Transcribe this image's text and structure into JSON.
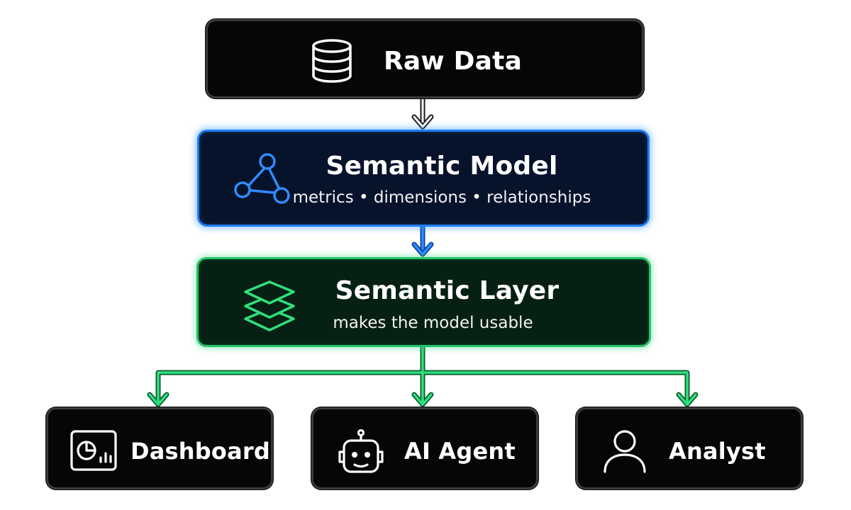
{
  "nodes": {
    "raw_data": {
      "title": "Raw Data",
      "icon": "database-icon"
    },
    "semantic_model": {
      "title": "Semantic Model",
      "subtitle": "metrics • dimensions • relationships",
      "icon": "graph-nodes-icon",
      "accent": "#1f7cf5"
    },
    "semantic_layer": {
      "title": "Semantic Layer",
      "subtitle": "makes the model usable",
      "icon": "layers-icon",
      "accent": "#22c46a"
    },
    "dashboard": {
      "title": "Dashboard",
      "icon": "dashboard-icon"
    },
    "ai_agent": {
      "title": "AI Agent",
      "icon": "robot-icon"
    },
    "analyst": {
      "title": "Analyst",
      "icon": "user-icon"
    }
  },
  "edges": [
    {
      "from": "raw_data",
      "to": "semantic_model"
    },
    {
      "from": "semantic_model",
      "to": "semantic_layer"
    },
    {
      "from": "semantic_layer",
      "to": "dashboard"
    },
    {
      "from": "semantic_layer",
      "to": "ai_agent"
    },
    {
      "from": "semantic_layer",
      "to": "analyst"
    }
  ]
}
